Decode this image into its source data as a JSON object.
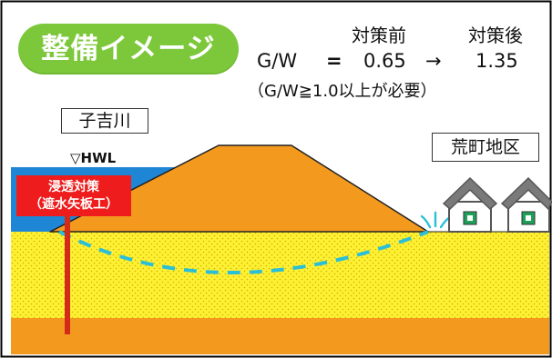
{
  "title": "整備イメージ",
  "header": {
    "before_label": "対策前",
    "after_label": "対策後",
    "ratio_label": "G/W",
    "equals": "=",
    "before_value": "0.65",
    "arrow": "→",
    "after_value": "1.35",
    "requirement_note": "（G/W≧1.0以上が必要）"
  },
  "labels": {
    "river_name": "子吉川",
    "water_level": "▽HWL",
    "district": "荒町地区",
    "countermeasure_line1": "浸透対策",
    "countermeasure_line2": "（遮水矢板工）"
  },
  "colors": {
    "levee": "#f39a1e",
    "ground": "#fff033",
    "ground_dots": "#c8b400",
    "bedrock": "#f39a1e",
    "river": "#1f86d6",
    "seepage_path": "#2bbfd6",
    "sheet_pile": "#d42a1a",
    "title_bg": "#7cc83a",
    "house_roof": "#7a7a7a",
    "house_window": "#1ea05a"
  },
  "icons": {
    "house": "house-icon",
    "spring": "water-spring-icon"
  }
}
